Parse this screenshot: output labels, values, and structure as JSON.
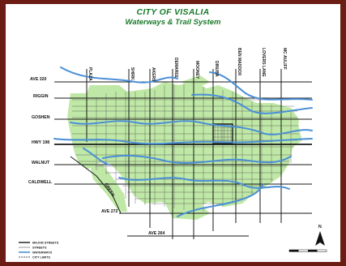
{
  "title": {
    "line1": "CITY OF VISALIA",
    "line2": "Waterways & Trail System"
  },
  "colors": {
    "background": "#6b1d14",
    "title": "#1a7a2a",
    "city_area": "#bfe8a6",
    "waterway": "#4a8fd6",
    "street": "#1a1a1a"
  },
  "street_labels": {
    "vertical": [
      "PLAZA",
      "SHIRK",
      "AKERS",
      "DEMAREE",
      "MOONEY",
      "DINUBA",
      "BEN MADDOX",
      "LOVERS LANE",
      "MC AULIFF"
    ],
    "horizontal": [
      "AVE 320",
      "RIGGIN",
      "GOSHEN",
      "HWY 198",
      "WALNUT",
      "CALDWELL",
      "AVE 272",
      "AVE 264"
    ]
  },
  "road_labels": {
    "diagonal": "GREEN"
  },
  "legend": [
    {
      "label": "MAJOR STREETS",
      "icon": "thick-line"
    },
    {
      "label": "STREETS",
      "icon": "thin-line"
    },
    {
      "label": "WATERWAYS",
      "icon": "blue-line"
    },
    {
      "label": "CITY LIMITS",
      "icon": "dashed-line"
    }
  ],
  "north_arrow": {
    "label": "N"
  }
}
